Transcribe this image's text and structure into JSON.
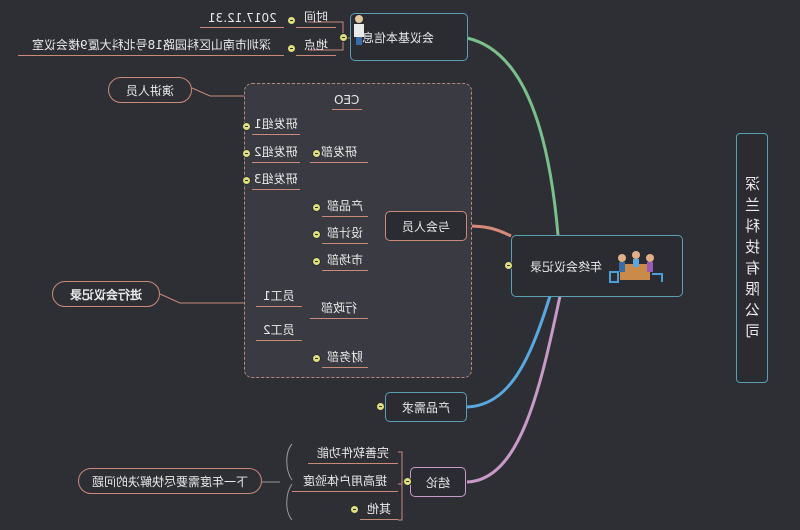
{
  "company_title": [
    "深",
    "兰",
    "科",
    "技",
    "有",
    "限",
    "公",
    "司"
  ],
  "center": {
    "label": "年终会议记录"
  },
  "meeting_info": {
    "label": "会议基本信息",
    "time_label": "时间",
    "time_value": "2017.12.31",
    "place_label": "地点",
    "place_value": "深圳市南山区科园路18号北科大厦9楼会议室"
  },
  "attendees": {
    "label": "与会人员",
    "ceo": "CEO",
    "speaker_note": "演讲人员",
    "rd_dept": "研发部",
    "rd_groups": [
      "研发组1",
      "研发组2",
      "研发组3"
    ],
    "product_dept": "产品部",
    "design_dept": "设计部",
    "marketing_dept": "市场部",
    "admin_dept": "行政部",
    "admin_staff": [
      "员工1",
      "员工2"
    ],
    "minutes_note": "进行会议记录",
    "finance_dept": "财务部"
  },
  "product_needs": {
    "label": "产品需求"
  },
  "conclusion": {
    "label": "结论",
    "items": [
      "完善软件功能",
      "提高用户体验度",
      "其他"
    ],
    "note": "下一年度需要尽快解决的问题"
  },
  "colors": {
    "background": "#2e2f35",
    "node_border": "#5b9fb4",
    "dot": "#dfe07a",
    "branch_green": "#7bc08a",
    "branch_blue": "#5aa8e0",
    "branch_pink": "#c99ac8",
    "branch_salmon": "#d98b7a"
  }
}
